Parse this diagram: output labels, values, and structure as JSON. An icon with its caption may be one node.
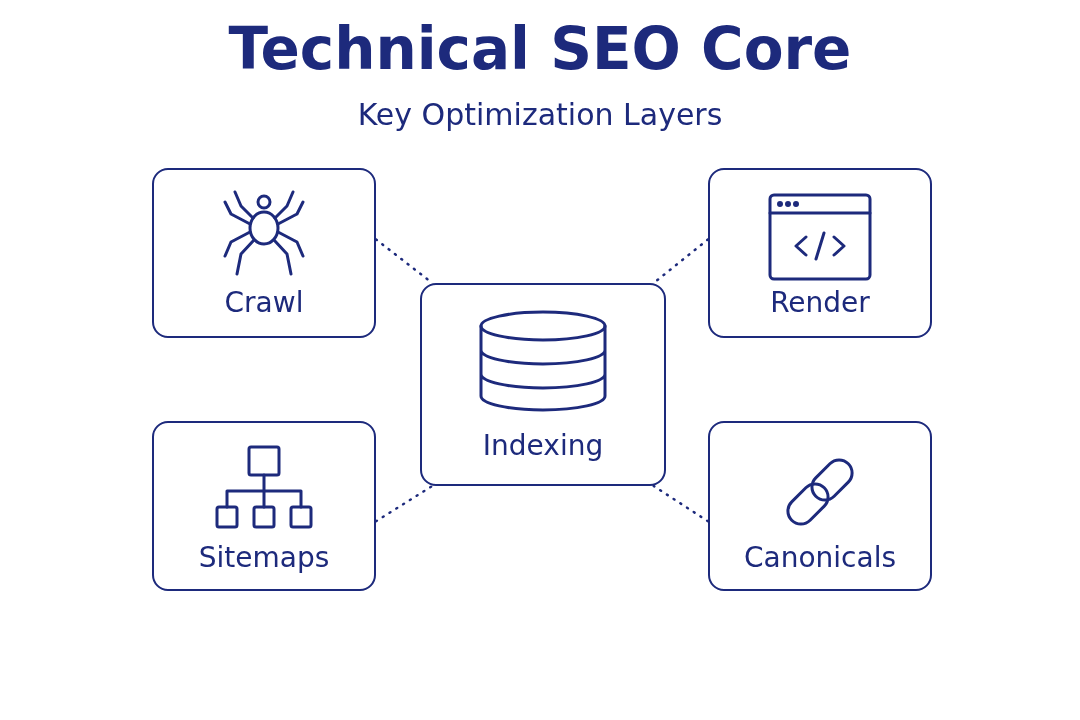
{
  "diagram": {
    "title": "Technical SEO Core",
    "caption": "Key Optimization Layers",
    "nodes": [
      {
        "text": [
          "Crawl"
        ]
      },
      {
        "text": [
          "Render"
        ]
      },
      {
        "text": [
          "Indexing"
        ]
      },
      {
        "text": [
          "Sitemaps"
        ]
      },
      {
        "text": [
          "Canonicals"
        ]
      }
    ],
    "edges": [
      {
        "from": 0,
        "to": 2,
        "arrow": "none",
        "style": "dashed"
      },
      {
        "from": 1,
        "to": 2,
        "arrow": "none",
        "style": "dashed"
      },
      {
        "from": 3,
        "to": 2,
        "arrow": "none",
        "style": "dashed"
      },
      {
        "from": 4,
        "to": 2,
        "arrow": "none",
        "style": "dashed"
      }
    ]
  }
}
